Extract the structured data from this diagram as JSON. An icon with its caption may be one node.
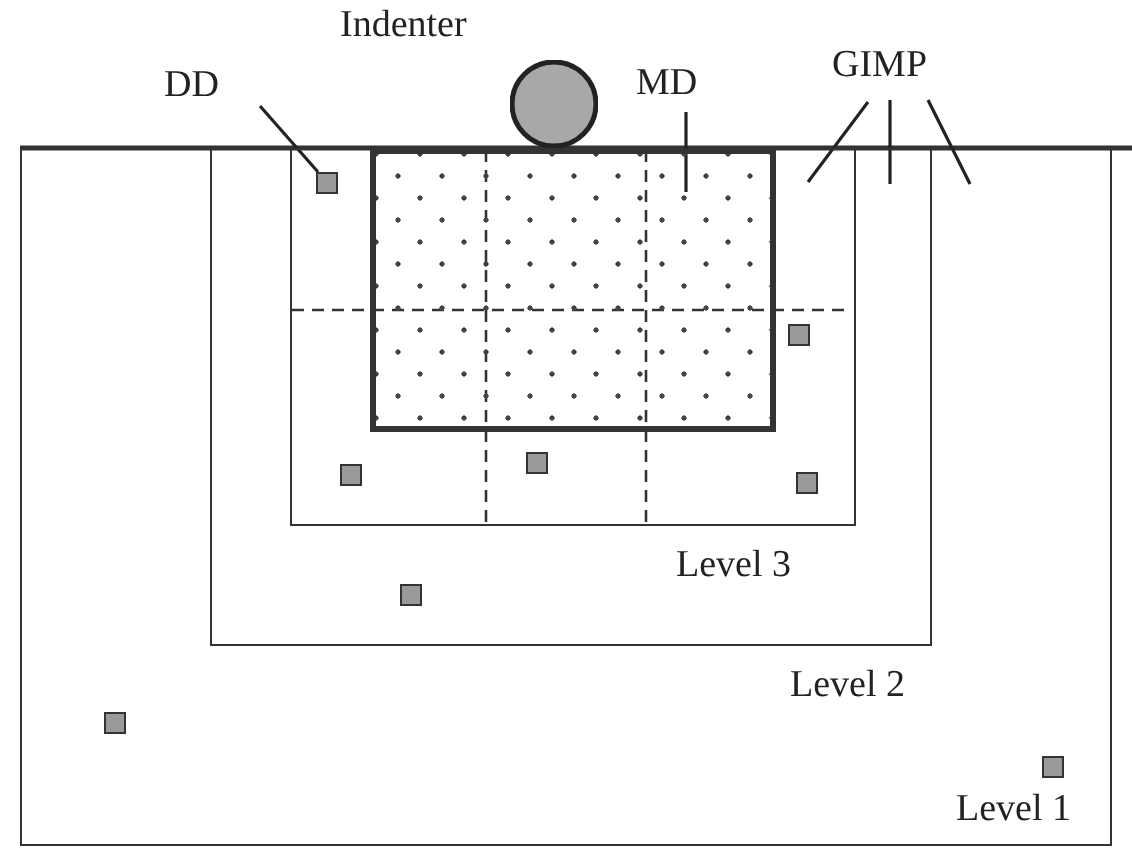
{
  "diagram": {
    "nodes": [
      {
        "text": [
          "Indenter"
        ]
      },
      {
        "text": [
          "DD"
        ]
      },
      {
        "text": [
          "MD"
        ]
      },
      {
        "text": [
          "GIMP"
        ]
      },
      {
        "text": [
          "Level 1"
        ]
      },
      {
        "text": [
          "Level 2"
        ],
        "in": 4
      },
      {
        "text": [
          "Level 3"
        ],
        "in": 5
      },
      {
        "text": [],
        "shape": "box",
        "in": 6
      },
      {
        "text": [],
        "shape": "box",
        "in": 6
      },
      {
        "text": [],
        "shape": "box",
        "in": 6
      },
      {
        "text": [],
        "shape": "box",
        "in": 6
      },
      {
        "text": [],
        "shape": "box",
        "in": 6
      },
      {
        "text": [],
        "shape": "box",
        "in": 6
      },
      {
        "text": [],
        "shape": "box",
        "in": 5
      },
      {
        "text": [],
        "shape": "box",
        "in": 4
      },
      {
        "text": [],
        "shape": "box",
        "in": 4
      }
    ],
    "edges": [
      {
        "from": 1,
        "to": 8,
        "arrow": "none"
      },
      {
        "from": 2,
        "to": 7,
        "arrow": "none"
      },
      {
        "from": 3,
        "to": 6,
        "arrow": "none"
      },
      {
        "from": 3,
        "to": 5,
        "arrow": "none"
      },
      {
        "from": 3,
        "to": 4,
        "arrow": "none"
      }
    ]
  }
}
